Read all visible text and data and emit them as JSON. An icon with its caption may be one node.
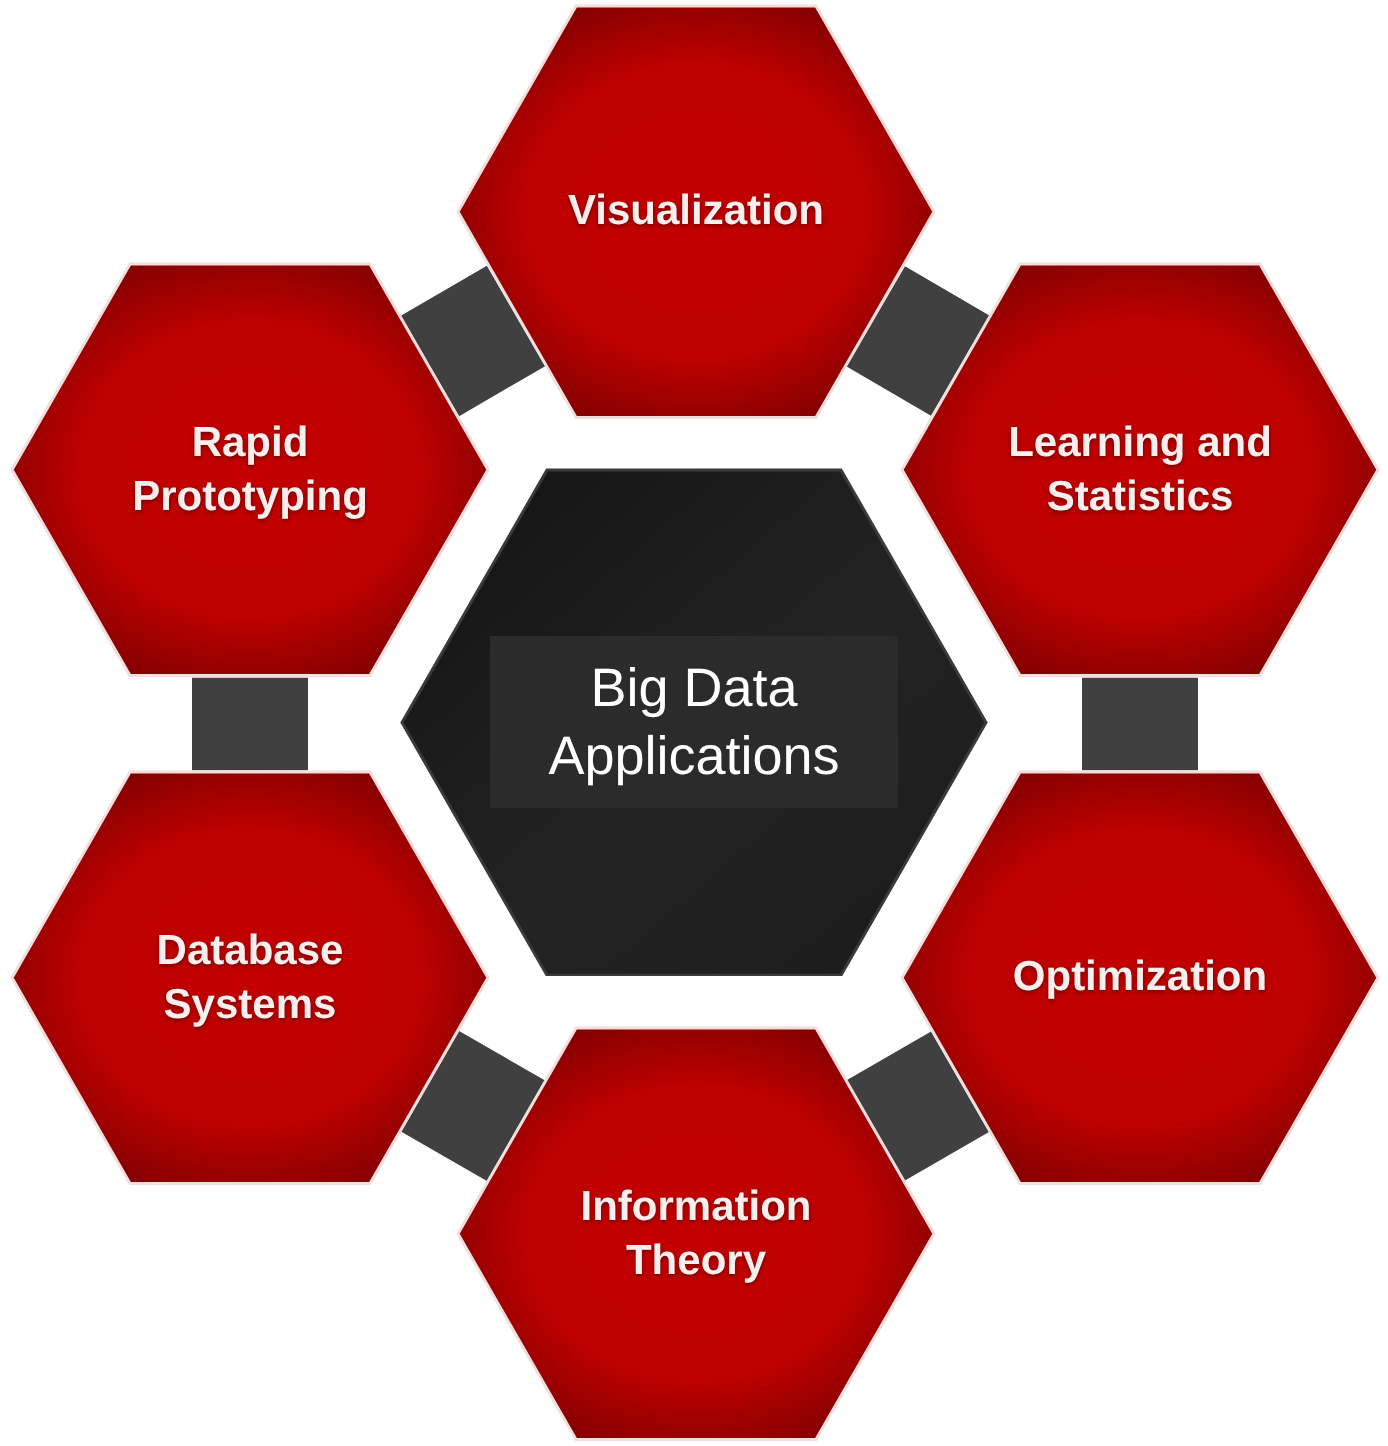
{
  "diagram": {
    "nodes": [
      {
        "text": [
          "Visualization"
        ]
      },
      {
        "text": [
          "Rapid Prototyping"
        ]
      },
      {
        "text": [
          "Learning and Statistics"
        ]
      },
      {
        "text": [
          "Big Data Applications"
        ]
      },
      {
        "text": [
          "Database Systems"
        ]
      },
      {
        "text": [
          "Optimization"
        ]
      },
      {
        "text": [
          "Information Theory"
        ]
      }
    ],
    "edges": [
      {
        "from": 1,
        "to": 0,
        "arrow": "none"
      },
      {
        "from": 0,
        "to": 2,
        "arrow": "none"
      },
      {
        "from": 1,
        "to": 4,
        "arrow": "none"
      },
      {
        "from": 2,
        "to": 5,
        "arrow": "none"
      },
      {
        "from": 4,
        "to": 6,
        "arrow": "none"
      },
      {
        "from": 5,
        "to": 6,
        "arrow": "none"
      }
    ]
  }
}
